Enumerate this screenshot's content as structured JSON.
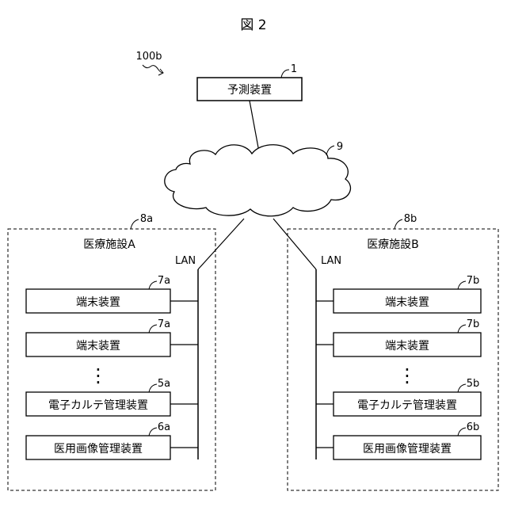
{
  "figure_title": "図 2",
  "system_ref": "100b",
  "prediction_device": {
    "ref": "1",
    "label": "予測装置"
  },
  "network": {
    "ref": "9"
  },
  "facility_a": {
    "ref": "8a",
    "name": "医療施設A",
    "lan_label": "LAN",
    "terminal_1": {
      "ref": "7a",
      "label": "端末装置"
    },
    "terminal_2": {
      "ref": "7a",
      "label": "端末装置"
    },
    "ellipsis": "⋮",
    "ehr": {
      "ref": "5a",
      "label": "電子カルテ管理装置"
    },
    "imaging": {
      "ref": "6a",
      "label": "医用画像管理装置"
    }
  },
  "facility_b": {
    "ref": "8b",
    "name": "医療施設B",
    "lan_label": "LAN",
    "terminal_1": {
      "ref": "7b",
      "label": "端末装置"
    },
    "terminal_2": {
      "ref": "7b",
      "label": "端末装置"
    },
    "ellipsis": "⋮",
    "ehr": {
      "ref": "5b",
      "label": "電子カルテ管理装置"
    },
    "imaging": {
      "ref": "6b",
      "label": "医用画像管理装置"
    }
  }
}
